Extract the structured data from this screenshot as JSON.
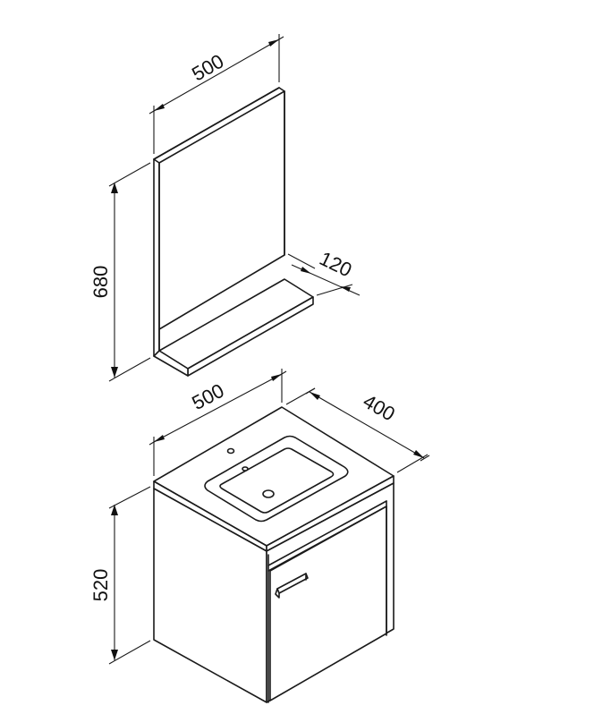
{
  "dimensions": {
    "mirror_width": "500",
    "mirror_height": "680",
    "shelf_depth": "120",
    "cabinet_width": "500",
    "cabinet_depth": "400",
    "cabinet_height": "520"
  }
}
